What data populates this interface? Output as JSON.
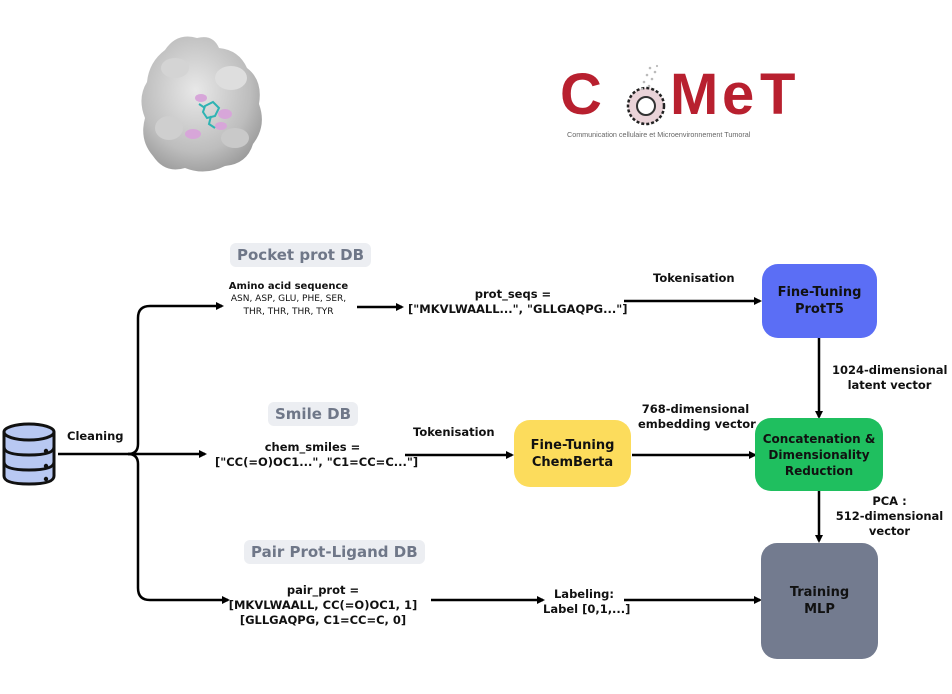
{
  "logos": {
    "protein_image": "protein-surface-structure",
    "comet": {
      "letters": [
        "C",
        "M",
        "e",
        "T"
      ],
      "subtitle": "Communication cellulaire et Microenvironnement Tumoral",
      "brand_color": "#b8202f"
    }
  },
  "source": {
    "icon": "database-icon",
    "label": "Cleaning"
  },
  "branches": {
    "pocket": {
      "title": "Pocket prot DB",
      "heading": "Amino acid sequence",
      "line1": "ASN, ASP, GLU,  PHE, SER,",
      "line2": "THR, THR, THR, TYR",
      "var_line1": "prot_seqs =",
      "var_line2": "[\"MKVLWAALL...\", \"GLLGAQPG...\"]",
      "edge_label": "Tokenisation"
    },
    "smile": {
      "title": "Smile DB",
      "var_line1": "chem_smiles =",
      "var_line2": "[\"CC(=O)OC1...\", \"C1=CC=C...\"]",
      "edge_label": "Tokenisation",
      "out_label_line1": "768-dimensional",
      "out_label_line2": "embedding vector"
    },
    "pair": {
      "title": "Pair Prot-Ligand DB",
      "var_line1": "pair_prot =",
      "var_line2": "[MKVLWAALL, CC(=O)OC1, 1]",
      "var_line3": "[GLLGAQPG, C1=CC=C, 0]",
      "label_line1": "Labeling:",
      "label_line2": "Label [0,1,...]"
    }
  },
  "nodes": {
    "prott5": {
      "line1": "Fine-Tuning",
      "line2": "ProtT5",
      "color": "#5b6ef5"
    },
    "chemberta": {
      "line1": "Fine-Tuning",
      "line2": "ChemBerta",
      "color": "#fcdc5c"
    },
    "concat": {
      "line1": "Concatenation &",
      "line2": "Dimensionality",
      "line3": "Reduction",
      "color": "#1fbf5f"
    },
    "mlp": {
      "line1": "Training",
      "line2": "MLP",
      "color": "#737b8f"
    }
  },
  "edge_labels": {
    "prott5_to_concat_line1": "1024-dimensional",
    "prott5_to_concat_line2": "latent vector",
    "concat_to_mlp_line1": "PCA :",
    "concat_to_mlp_line2": "512-dimensional",
    "concat_to_mlp_line3": "vector"
  }
}
